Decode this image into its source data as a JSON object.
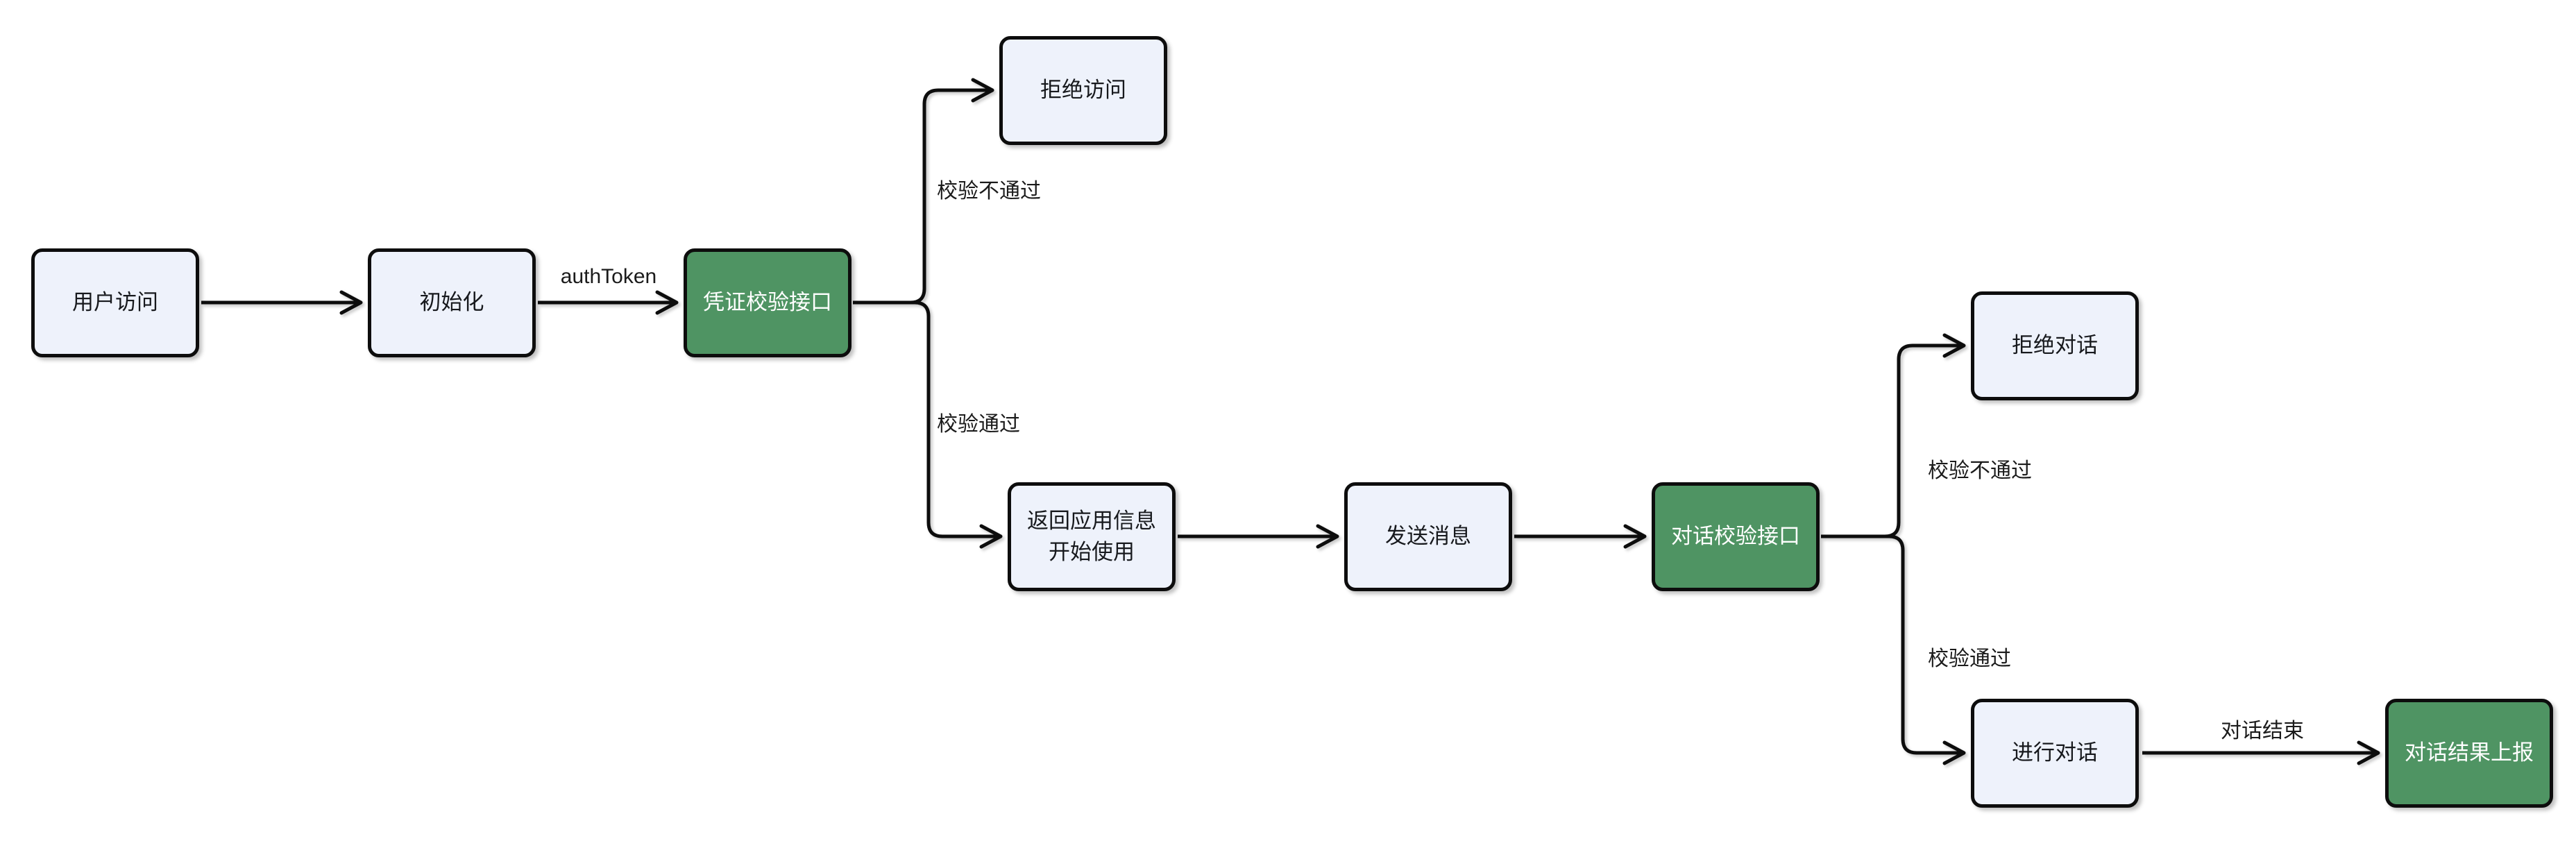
{
  "diagram_title": "auth-and-dialog-flowchart",
  "colors": {
    "background": "#ffffff",
    "node_fill_light": "#eef2fb",
    "node_fill_green": "#4f9463",
    "node_border": "#0d0d0d",
    "node_text_dark": "#17191d",
    "node_text_on_green": "#ffffff",
    "edge_stroke": "#0d0d0d",
    "edge_label_text": "#1b1b1b"
  },
  "nodes": {
    "user_access": {
      "label": "用户访问"
    },
    "init": {
      "label": "初始化"
    },
    "credential_check_api": {
      "label": "凭证校验接口"
    },
    "deny_access": {
      "label": "拒绝访问"
    },
    "return_app_info": {
      "label_line1": "返回应用信息",
      "label_line2": "开始使用"
    },
    "send_message": {
      "label": "发送消息"
    },
    "dialog_check_api": {
      "label": "对话校验接口"
    },
    "deny_dialog": {
      "label": "拒绝对话"
    },
    "do_dialog": {
      "label": "进行对话"
    },
    "dialog_result_report": {
      "label": "对话结果上报"
    }
  },
  "edge_labels": {
    "auth_token": "authToken",
    "credential_check_fail": "校验不通过",
    "credential_check_pass": "校验通过",
    "dialog_check_fail": "校验不通过",
    "dialog_check_pass": "校验通过",
    "dialog_end": "对话结束"
  }
}
